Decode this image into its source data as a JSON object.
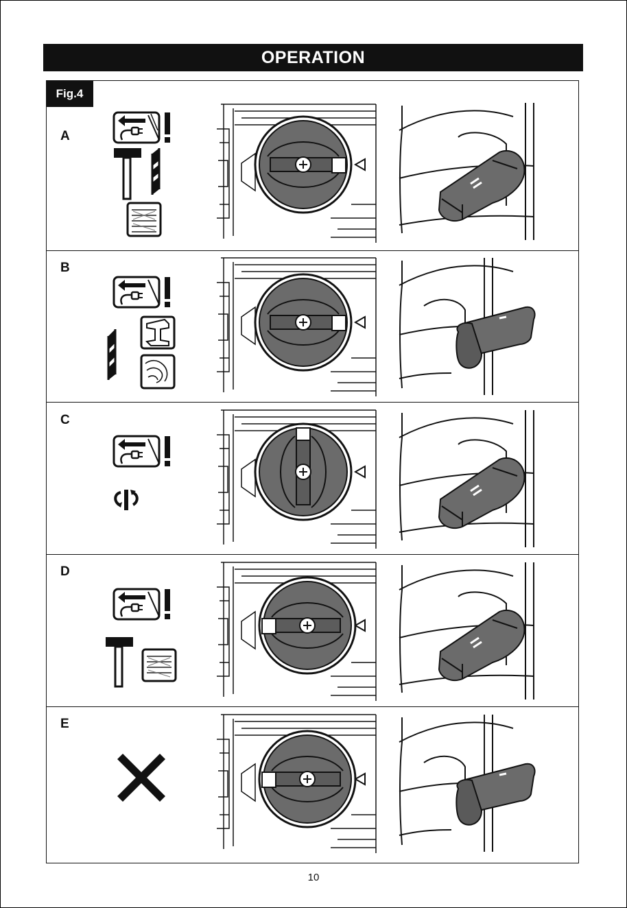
{
  "header": {
    "title": "OPERATION"
  },
  "figure": {
    "label": "Fig.4"
  },
  "rows": [
    {
      "letter": "A",
      "mode": "hammer-drill"
    },
    {
      "letter": "B",
      "mode": "drill"
    },
    {
      "letter": "C",
      "mode": "chisel-rotation"
    },
    {
      "letter": "D",
      "mode": "hammer"
    },
    {
      "letter": "E",
      "mode": "invalid"
    }
  ],
  "footer": {
    "page_number": "10"
  },
  "colors": {
    "ink": "#111111",
    "knob_fill": "#6b6b6b",
    "lever_fill": "#5a5a5a",
    "paper": "#ffffff"
  }
}
